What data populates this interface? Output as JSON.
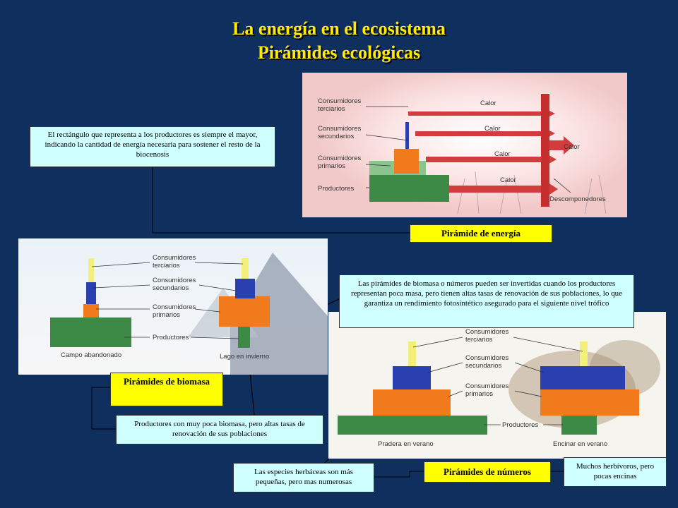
{
  "title": {
    "line1": "La energía en el ecosistema",
    "line2": "Pirámides ecológicas"
  },
  "energy_pyramid": {
    "labels": {
      "consumidores_terciarios": [
        "Consumidores",
        "terciarios"
      ],
      "consumidores_secundarios": [
        "Consumidores",
        "secundarios"
      ],
      "consumidores_primarios": [
        "Consumidores",
        "primarios"
      ],
      "productores": "Productores",
      "descomponedores": "Descomponedores",
      "calor": "Calor"
    },
    "caption": "Pirámide de energía"
  },
  "biomass_pyramid": {
    "labels": {
      "consumidores_terciarios": [
        "Consumidores",
        "terciarios"
      ],
      "consumidores_secundarios": [
        "Consumidores",
        "secundarios"
      ],
      "consumidores_primarios": [
        "Consumidores",
        "primarios"
      ],
      "productores": "Productores",
      "campo": "Campo abandonado",
      "lago": "Lago en invierno"
    },
    "caption": "Pirámides de biomasa"
  },
  "numbers_pyramid": {
    "labels": {
      "consumidores_terciarios": [
        "Consumidores",
        "terciarios"
      ],
      "consumidores_secundarios": [
        "Consumidores",
        "secundarios"
      ],
      "consumidores_primarios": [
        "Consumidores",
        "primarios"
      ],
      "productores": "Productores",
      "pradera": "Pradera en verano",
      "encinar": "Encinar en verano"
    },
    "caption": "Pirámides de números"
  },
  "notes": {
    "productores_rect": "El rectángulo que representa a los productores es siempre el mayor, indicando la cantidad de energía necesaria para sostener el resto de la biocenosis",
    "invertidas": "Las pirámides de biomasa o números pueden ser invertidas cuando los productores representan poca masa, pero tienen altas tasas de renovación de sus poblaciones, lo que garantiza un rendimiento fotosintético asegurado para el siguiente nivel trófico",
    "poca_biomasa": "Productores con muy poca biomasa, pero altas tasas de renovación de sus poblaciones",
    "herbaceas": "Las especies herbáceas son más pequeñas, pero mas numerosas",
    "herbivoros": "Muchos herbívoros, pero pocas encinas"
  }
}
